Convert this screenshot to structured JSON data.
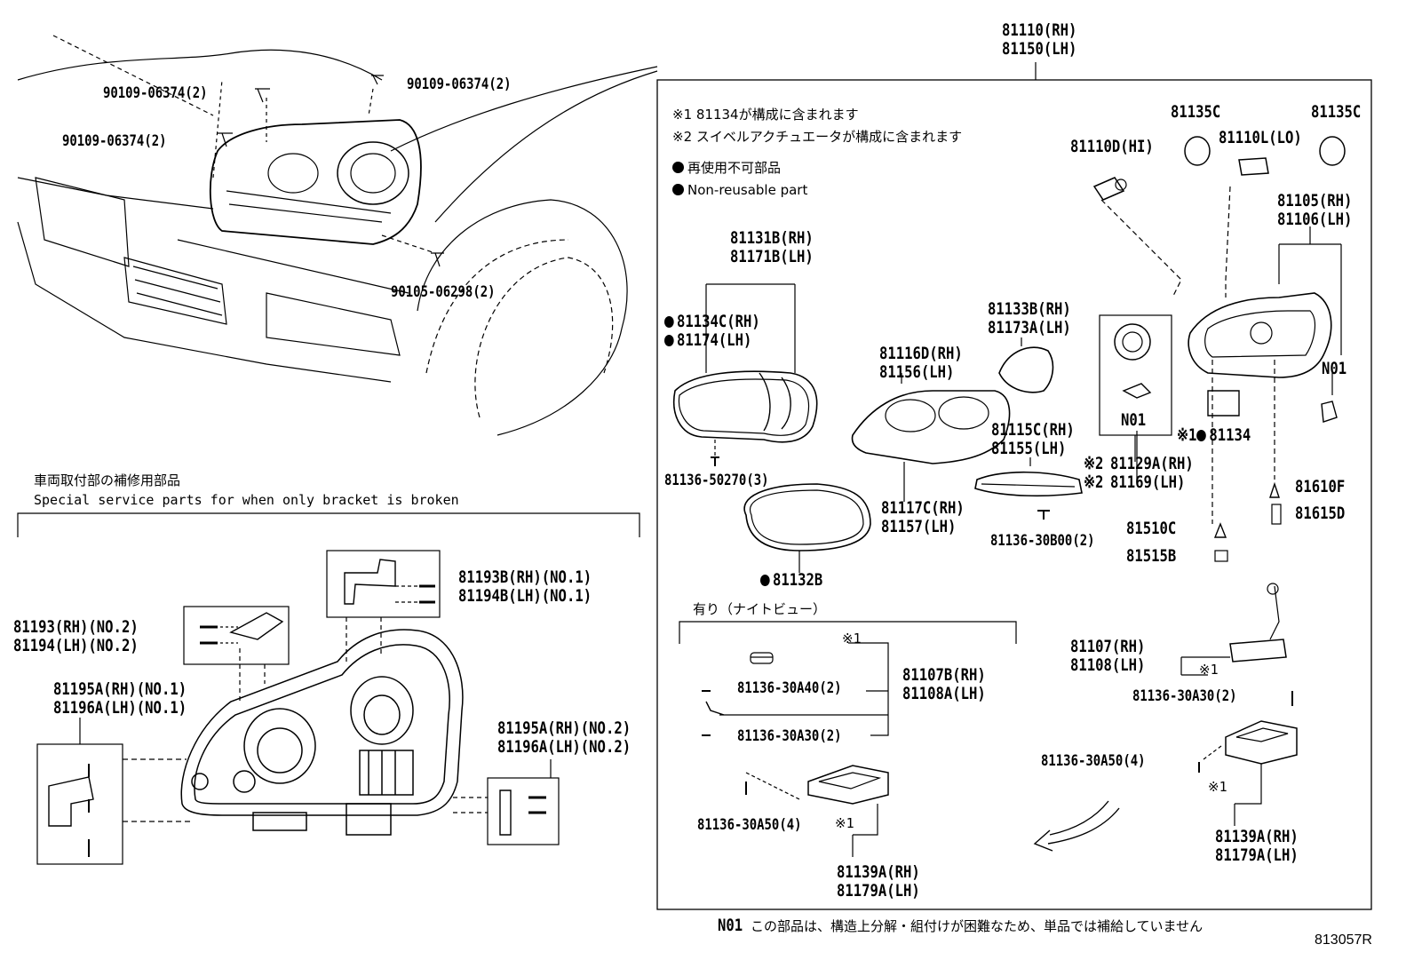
{
  "header": {
    "assembly_rh": "81110(RH)",
    "assembly_lh": "81150(LH)"
  },
  "notes": {
    "note1": "※1  81134が構成に含まれます",
    "note2": "※2  スイベルアクチュエータが構成に含まれます",
    "legend_jp": "再使用不可部品",
    "legend_en": "Non-reusable part"
  },
  "bolts": {
    "b1": "90109-06374(2)",
    "b2": "90109-06374(2)",
    "b3": "90109-06374(2)",
    "b4": "90105-06298(2)"
  },
  "service": {
    "title_jp": "車両取付部の補修用部品",
    "title_en": "Special service parts for when only bracket is broken"
  },
  "parts": {
    "p81131": [
      "81131B(RH)",
      "81171B(LH)"
    ],
    "p81134c": [
      "81134C(RH)",
      "81174(LH)"
    ],
    "p81136_50270": "81136-50270(3)",
    "p81132b": "81132B",
    "p81116": [
      "81116D(RH)",
      "81156(LH)"
    ],
    "p81117": [
      "81117C(RH)",
      "81157(LH)"
    ],
    "p81133": [
      "81133B(RH)",
      "81173A(LH)"
    ],
    "p81115": [
      "81115C(RH)",
      "81155(LH)"
    ],
    "p81136_30b00": "81136-30B00(2)",
    "p81129": [
      "81129A(RH)",
      "81169(LH)"
    ],
    "mark2a": "※2",
    "mark2b": "※2",
    "n01_mid": "N01",
    "n01_right": "N01",
    "p81134": "81134",
    "mark1_81134": "※1",
    "p81135c_left": "81135C",
    "p81135c_right": "81135C",
    "p81110d": "81110D(HI)",
    "p81110l": "81110L(LO)",
    "p81105": [
      "81105(RH)",
      "81106(LH)"
    ],
    "p81610f": "81610F",
    "p81615d": "81615D",
    "p81510c": "81510C",
    "p81515b": "81515B",
    "p81107": [
      "81107(RH)",
      "81108(LH)"
    ],
    "mark1_81107": "※1",
    "p81136_30a30_right": "81136-30A30(2)",
    "p81136_30a50_right": "81136-30A50(4)",
    "mark1_81139_right": "※1",
    "p81139_right": [
      "81139A(RH)",
      "81179A(LH)"
    ],
    "nightview_title": "有り（ナイトビュー）",
    "mark1_nv": "※1",
    "p81136_30a40": "81136-30A40(2)",
    "p81136_30a30_nv": "81136-30A30(2)",
    "p81107b": [
      "81107B(RH)",
      "81108A(LH)"
    ],
    "p81136_30a50_nv": "81136-30A50(4)",
    "mark1_nv2": "※1",
    "p81139_nv": [
      "81139A(RH)",
      "81179A(LH)"
    ],
    "p81193b": [
      "81193B(RH)(NO.1)",
      "81194B(LH)(NO.1)"
    ],
    "p81193": [
      "81193(RH)(NO.2)",
      "81194(LH)(NO.2)"
    ],
    "p81195a_no1": [
      "81195A(RH)(NO.1)",
      "81196A(LH)(NO.1)"
    ],
    "p81195a_no2": [
      "81195A(RH)(NO.2)",
      "81196A(LH)(NO.2)"
    ]
  },
  "footer": {
    "n01_label": "N01",
    "n01_text": "この部品は、構造上分解・組付けが困難なため、単品では補給していません",
    "ref_code": "813057R"
  }
}
